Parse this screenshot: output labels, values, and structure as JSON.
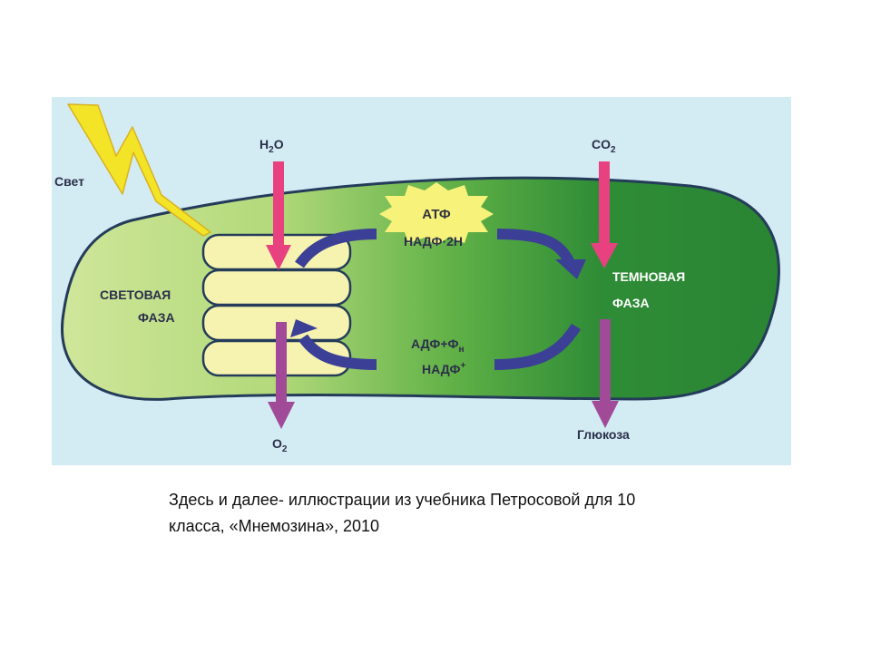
{
  "diagram": {
    "light": "Свет",
    "h2o": {
      "base": "H",
      "sub": "2",
      "tail": "O"
    },
    "co2": {
      "base": "CO",
      "sub": "2"
    },
    "o2": {
      "base": "O",
      "sub": "2"
    },
    "glucose": "Глюкоза",
    "atp": "АТФ",
    "nadph": "НАДФ·2Н",
    "adp": {
      "base": "АДФ+Ф",
      "sub": "н"
    },
    "nadp": {
      "base": "НАДФ",
      "sup": "+"
    },
    "light_phase": {
      "line1": "СВЕТОВАЯ",
      "line2": "ФАЗА"
    },
    "dark_phase": {
      "line1": "ТЕМНОВАЯ",
      "line2": "ФАЗА"
    }
  },
  "caption": {
    "line1": "Здесь и далее- иллюстрации из учебника Петросовой для 10",
    "line2": "класса, «Мнемозина», 2010"
  },
  "colors": {
    "background_panel": "#d4ecf4",
    "chloroplast_light": "#c3e08c",
    "chloroplast_dark": "#2e8a34",
    "grana": "#f6f2b0",
    "lightning": "#f4e427",
    "input_arrow": "#e7427f",
    "output_arrow": "#a14a98",
    "cycle_arrow": "#3b3f96",
    "atp_star": "#f7f27a"
  }
}
